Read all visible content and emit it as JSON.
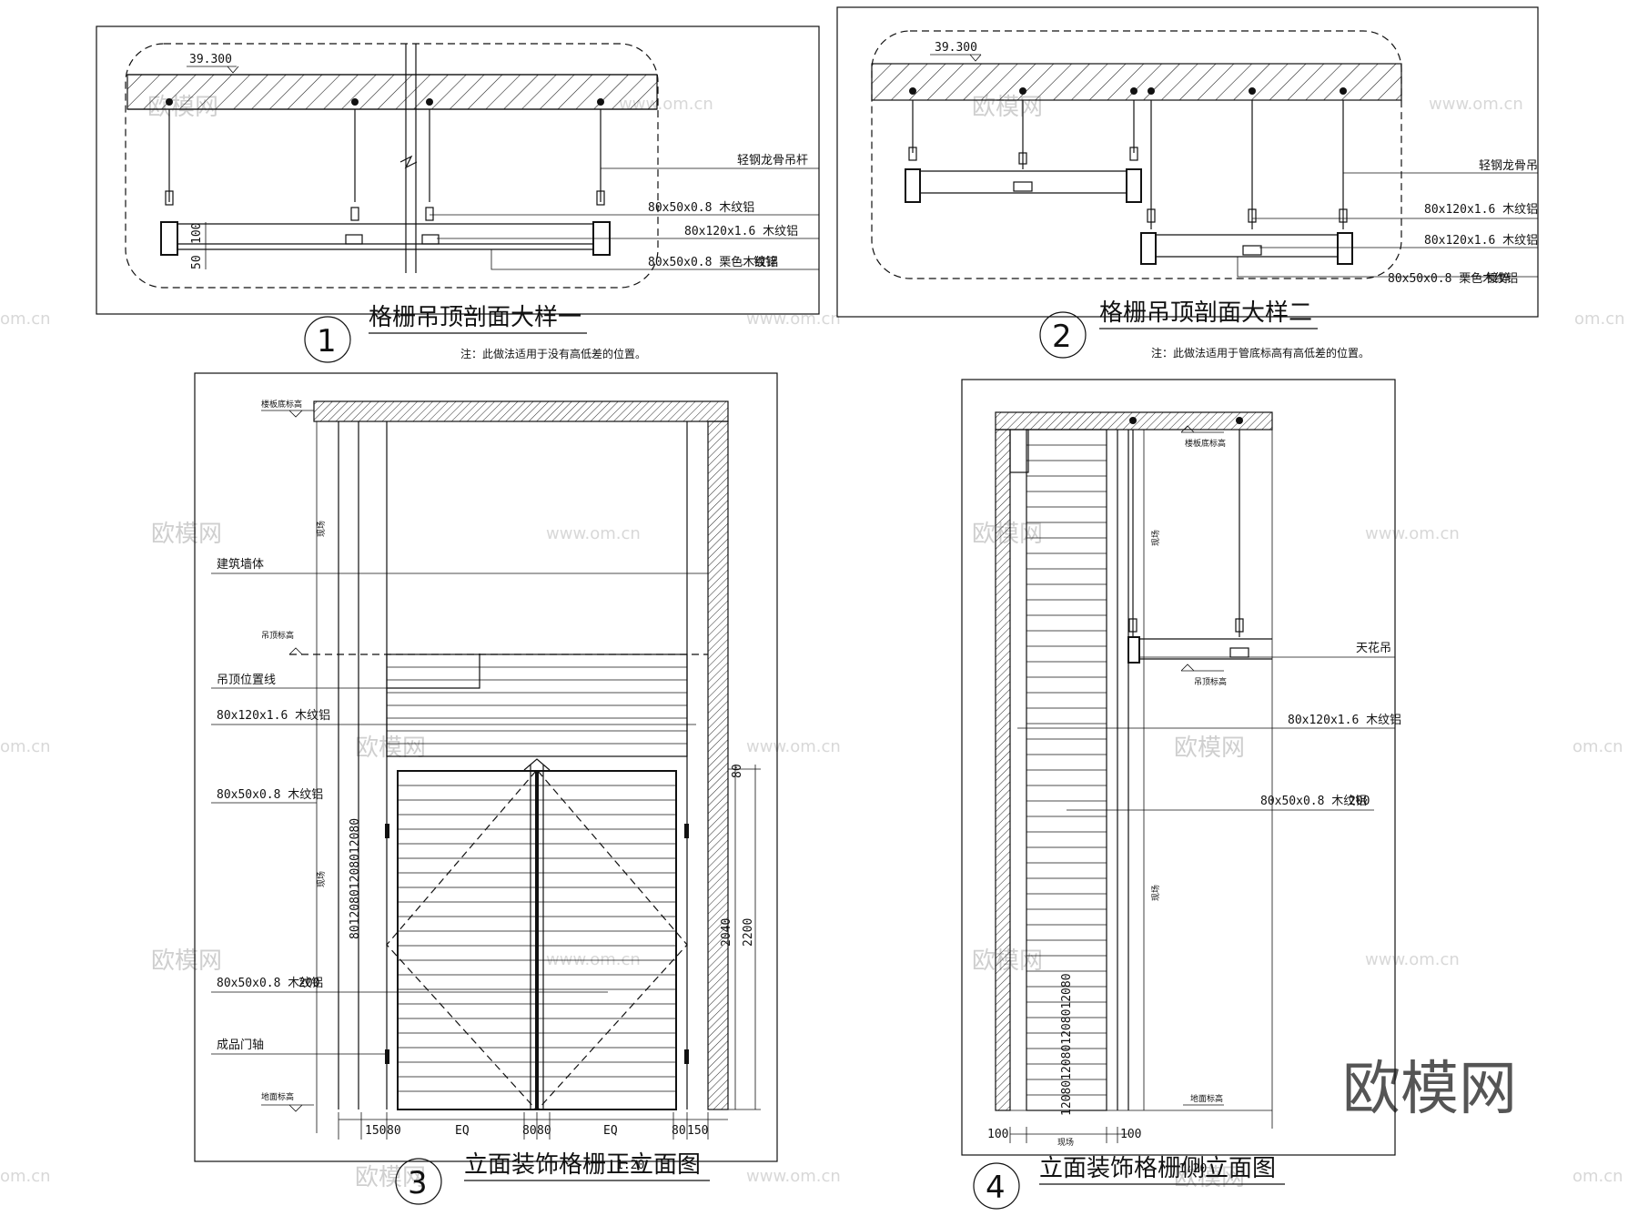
{
  "watermark": {
    "logo": "欧模网",
    "url": "www.om.cn",
    "url_fragment": "om.cn",
    "brand_mark": "欧模网"
  },
  "d1": {
    "number": "1",
    "title": "格栅吊顶剖面大样一",
    "note": "注：此做法适用于没有高低差的位置。",
    "elevation": "39.300",
    "labels": [
      "轻钢龙骨吊杆",
      "80x50x0.8 木纹铝",
      "80x120x1.6 木纹铝",
      "80x50x0.8 栗色木纹铝"
    ],
    "label_overlap": "镀锌",
    "dims": [
      "100",
      "50"
    ]
  },
  "d2": {
    "number": "2",
    "title": "格栅吊顶剖面大样二",
    "note": "注：此做法适用于管底标高有高低差的位置。",
    "elevation": "39.300",
    "labels": [
      "轻钢龙骨吊",
      "80x120x1.6 木纹铝",
      "80x120x1.6 木纹铝",
      "80x50x0.8 栗色木纹铝"
    ],
    "label_overlap": "镀锌"
  },
  "d3": {
    "number": "3",
    "title": "立面装饰格栅正立面图",
    "title_overlap": "1:20",
    "labels": [
      "建筑墙体",
      "吊顶位置线",
      "80x120x1.6 木纹铝",
      "80x50x0.8 木纹铝",
      "80x50x0.8 木纹铝",
      "成品门轴"
    ],
    "label_overlap": "200",
    "level_labels": [
      "楼板底标高",
      "吊顶标高",
      "地面标高"
    ],
    "side_dims": [
      "80",
      "2040",
      "2200"
    ],
    "stack_dims": "80120801208012080",
    "bottom_dims": [
      "150",
      "80",
      "EQ",
      "80",
      "80",
      "EQ",
      "80",
      "150"
    ],
    "vertical_tags": [
      "现场",
      "现场"
    ]
  },
  "d4": {
    "number": "4",
    "title": "立面装饰格栅侧立面图",
    "title_overlap": "1:20",
    "labels": [
      "天花吊",
      "80x120x1.6 木纹铝",
      "80x50x0.8 木纹铝"
    ],
    "label_overlap": "200",
    "level_labels": [
      "楼板底标高",
      "吊顶标高",
      "地面标高"
    ],
    "stack_dims": "12080120801208012080",
    "bottom_dims": [
      "100",
      "现场",
      "100"
    ],
    "vertical_tags": [
      "现场",
      "现场"
    ]
  }
}
